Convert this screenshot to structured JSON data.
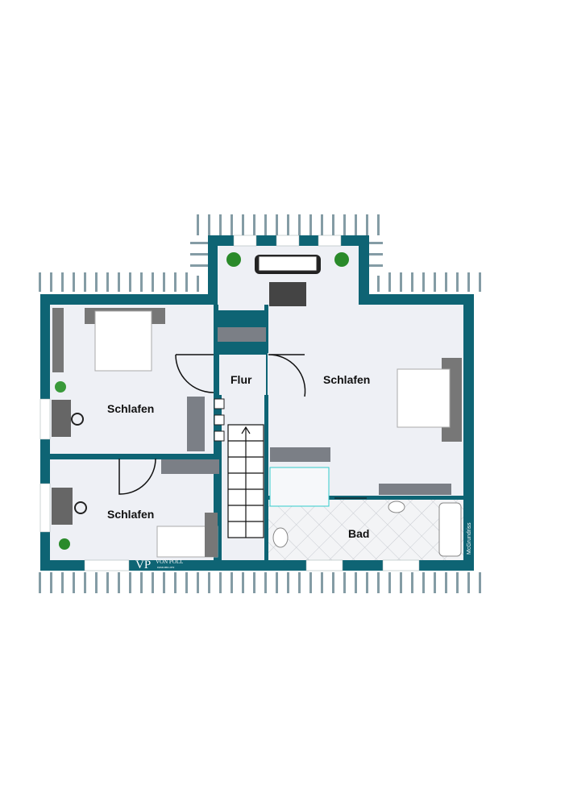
{
  "rooms": {
    "bedroom_top_left": "Schlafen",
    "hallway": "Flur",
    "bedroom_right": "Schlafen",
    "bedroom_bottom_left": "Schlafen",
    "bathroom": "Bad"
  },
  "branding": {
    "logo_initials": "VP",
    "logo_name": "VON POLL",
    "logo_sub": "IMMOBILIEN",
    "watermark": "McGrundriss"
  },
  "colors": {
    "wall": "#0e6474",
    "floor": "#eef0f5",
    "roof_stripe": "#4f6f7a"
  }
}
